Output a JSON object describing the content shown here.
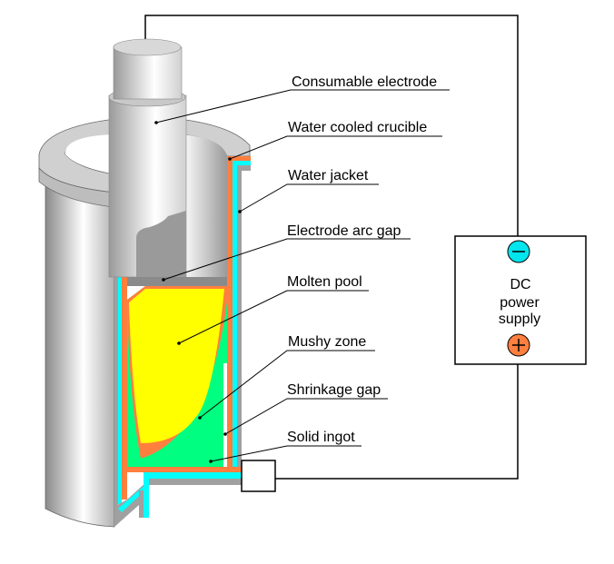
{
  "labels": {
    "consumable_electrode": "Consumable electrode",
    "water_cooled_crucible": "Water cooled crucible",
    "water_jacket": "Water jacket",
    "electrode_arc_gap": "Electrode arc gap",
    "molten_pool": "Molten pool",
    "mushy_zone": "Mushy zone",
    "shrinkage_gap": "Shrinkage gap",
    "solid_ingot": "Solid ingot"
  },
  "power_supply": {
    "line1": "DC",
    "line2": "power",
    "line3": "supply",
    "negative_icon": "minus-terminal-icon",
    "positive_icon": "plus-terminal-icon"
  },
  "colors": {
    "copper_crucible": "#ff7f3f",
    "water": "#00ffff",
    "molten_pool": "#ffff00",
    "solid_ingot": "#00ff80",
    "steel": "#a0a0a0",
    "negative": "#00e5ee",
    "positive": "#ff7f3f"
  }
}
